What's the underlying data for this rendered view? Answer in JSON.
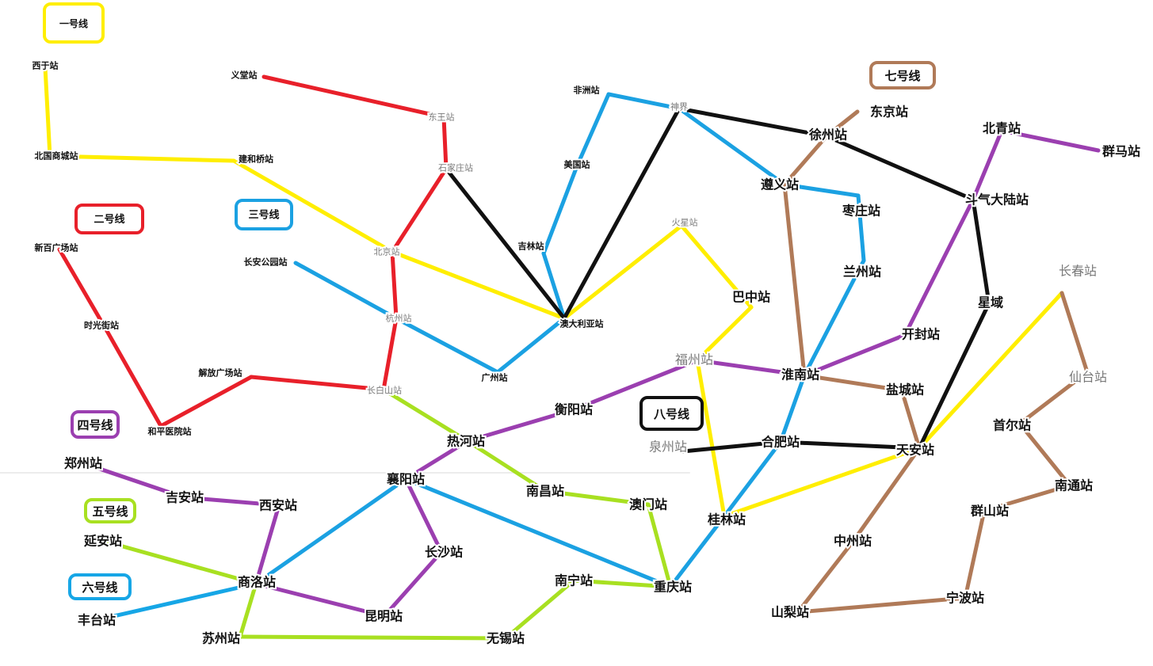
{
  "line_colors": {
    "L1": "#ffee00",
    "L2": "#e8202a",
    "L3": "#1ba1e2",
    "L4": "#9b3fb0",
    "L5": "#a8e021",
    "L6": "#16a6e6",
    "L7": "#b07a58",
    "L8": "#111111"
  },
  "line_tags": [
    {
      "id": "tag-line-1",
      "text": "一号线",
      "line": "L1"
    },
    {
      "id": "tag-line-2",
      "text": "二号线",
      "line": "L2"
    },
    {
      "id": "tag-line-3",
      "text": "三号线",
      "line": "L3"
    },
    {
      "id": "tag-line-4",
      "text": "四号线",
      "line": "L4"
    },
    {
      "id": "tag-line-5",
      "text": "五号线",
      "line": "L5"
    },
    {
      "id": "tag-line-6",
      "text": "六号线",
      "line": "L6"
    },
    {
      "id": "tag-line-7",
      "text": "七号线",
      "line": "L7"
    },
    {
      "id": "tag-line-8",
      "text": "八号线",
      "line": "L8"
    }
  ],
  "stations": [
    {
      "id": "xiyu",
      "name": "西于站"
    },
    {
      "id": "beiguo",
      "name": "北国商城站"
    },
    {
      "id": "jianhe",
      "name": "建和桥站"
    },
    {
      "id": "yitang",
      "name": "义堂站"
    },
    {
      "id": "dongwang",
      "name": "东王站"
    },
    {
      "id": "shijiazhuang",
      "name": "石家庄站"
    },
    {
      "id": "beijing",
      "name": "北京站"
    },
    {
      "id": "hangzhou",
      "name": "杭州站"
    },
    {
      "id": "changbaishan",
      "name": "长白山站"
    },
    {
      "id": "jiefang",
      "name": "解放广场站"
    },
    {
      "id": "xinbai",
      "name": "新百广场站"
    },
    {
      "id": "shiguang",
      "name": "时光街站"
    },
    {
      "id": "heping",
      "name": "和平医院站"
    },
    {
      "id": "changangy",
      "name": "长安公园站"
    },
    {
      "id": "guangzhou",
      "name": "广州站"
    },
    {
      "id": "aodaliya",
      "name": "澳大利亚站"
    },
    {
      "id": "feizhou",
      "name": "非洲站"
    },
    {
      "id": "shenjie",
      "name": "神界"
    },
    {
      "id": "meiguo",
      "name": "美国站"
    },
    {
      "id": "jilin",
      "name": "吉林站"
    },
    {
      "id": "huoxing",
      "name": "火星站"
    },
    {
      "id": "bazhong",
      "name": "巴中站"
    },
    {
      "id": "fuzhou",
      "name": "福州站"
    },
    {
      "id": "guilin",
      "name": "桂林站"
    },
    {
      "id": "tianan",
      "name": "天安站"
    },
    {
      "id": "changchun",
      "name": "长春站"
    },
    {
      "id": "dongjing",
      "name": "东京站"
    },
    {
      "id": "xuzhou",
      "name": "徐州站"
    },
    {
      "id": "zunyi",
      "name": "遵义站"
    },
    {
      "id": "zaozhuang",
      "name": "枣庄站"
    },
    {
      "id": "lanzhou",
      "name": "兰州站"
    },
    {
      "id": "huainan",
      "name": "淮南站"
    },
    {
      "id": "hefei",
      "name": "合肥站"
    },
    {
      "id": "quanzhou",
      "name": "泉州站"
    },
    {
      "id": "yancheng",
      "name": "盐城站"
    },
    {
      "id": "kaifeng",
      "name": "开封站"
    },
    {
      "id": "douqi",
      "name": "斗气大陆站"
    },
    {
      "id": "beiqing",
      "name": "北青站"
    },
    {
      "id": "qunma",
      "name": "群马站"
    },
    {
      "id": "xingyu",
      "name": "星域"
    },
    {
      "id": "xiantai",
      "name": "仙台站"
    },
    {
      "id": "shouer",
      "name": "首尔站"
    },
    {
      "id": "nantong",
      "name": "南通站"
    },
    {
      "id": "qunshan",
      "name": "群山站"
    },
    {
      "id": "ningbo",
      "name": "宁波站"
    },
    {
      "id": "shanli",
      "name": "山梨站"
    },
    {
      "id": "zhongzhou",
      "name": "中州站"
    },
    {
      "id": "zhengzhou",
      "name": "郑州站"
    },
    {
      "id": "jian",
      "name": "吉安站"
    },
    {
      "id": "xian",
      "name": "西安站"
    },
    {
      "id": "shangluo",
      "name": "商洛站"
    },
    {
      "id": "kunming",
      "name": "昆明站"
    },
    {
      "id": "changsha",
      "name": "长沙站"
    },
    {
      "id": "xiangyang",
      "name": "襄阳站"
    },
    {
      "id": "rehe",
      "name": "热河站"
    },
    {
      "id": "hengyang",
      "name": "衡阳站"
    },
    {
      "id": "yanan",
      "name": "延安站"
    },
    {
      "id": "suzhou",
      "name": "苏州站"
    },
    {
      "id": "wuxi",
      "name": "无锡站"
    },
    {
      "id": "nanning",
      "name": "南宁站"
    },
    {
      "id": "chongqing",
      "name": "重庆站"
    },
    {
      "id": "aomen",
      "name": "澳门站"
    },
    {
      "id": "nanchang",
      "name": "南昌站"
    },
    {
      "id": "fengtai",
      "name": "丰台站"
    }
  ],
  "connections": [
    {
      "line": "L1",
      "from": "xiyu",
      "to": "beiguo"
    },
    {
      "line": "L1",
      "from": "beiguo",
      "to": "jianhe"
    },
    {
      "line": "L1",
      "from": "jianhe",
      "to": "beijing"
    },
    {
      "line": "L1",
      "from": "beijing",
      "to": "aodaliya"
    },
    {
      "line": "L1",
      "from": "aodaliya",
      "to": "huoxing"
    },
    {
      "line": "L1",
      "from": "huoxing",
      "to": "bazhong"
    },
    {
      "line": "L1",
      "from": "bazhong",
      "to": "fuzhou"
    },
    {
      "line": "L1",
      "from": "fuzhou",
      "to": "guilin"
    },
    {
      "line": "L1",
      "from": "guilin",
      "to": "tianan"
    },
    {
      "line": "L1",
      "from": "tianan",
      "to": "changchun"
    },
    {
      "line": "L2",
      "from": "yitang",
      "to": "dongwang"
    },
    {
      "line": "L2",
      "from": "dongwang",
      "to": "shijiazhuang"
    },
    {
      "line": "L2",
      "from": "shijiazhuang",
      "to": "beijing"
    },
    {
      "line": "L2",
      "from": "beijing",
      "to": "hangzhou"
    },
    {
      "line": "L2",
      "from": "hangzhou",
      "to": "changbaishan"
    },
    {
      "line": "L2",
      "from": "changbaishan",
      "to": "jiefang"
    },
    {
      "line": "L2",
      "from": "jiefang",
      "to": "heping"
    },
    {
      "line": "L2",
      "from": "heping",
      "to": "shiguang"
    },
    {
      "line": "L2",
      "from": "shiguang",
      "to": "xinbai"
    },
    {
      "line": "L3",
      "from": "changangy",
      "to": "hangzhou"
    },
    {
      "line": "L3",
      "from": "hangzhou",
      "to": "guangzhou"
    },
    {
      "line": "L3",
      "from": "guangzhou",
      "to": "aodaliya"
    },
    {
      "line": "L3",
      "from": "aodaliya",
      "to": "jilin"
    },
    {
      "line": "L3",
      "from": "jilin",
      "to": "meiguo"
    },
    {
      "line": "L3",
      "from": "meiguo",
      "to": "feizhou"
    },
    {
      "line": "L3",
      "from": "feizhou",
      "to": "shenjie"
    },
    {
      "line": "L3",
      "from": "shenjie",
      "to": "zunyi"
    },
    {
      "line": "L3",
      "from": "zunyi",
      "to": "zaozhuang"
    },
    {
      "line": "L3",
      "from": "zaozhuang",
      "to": "lanzhou"
    },
    {
      "line": "L3",
      "from": "lanzhou",
      "to": "huainan"
    },
    {
      "line": "L3",
      "from": "huainan",
      "to": "hefei"
    },
    {
      "line": "L3",
      "from": "hefei",
      "to": "guilin"
    },
    {
      "line": "L3",
      "from": "guilin",
      "to": "chongqing"
    },
    {
      "line": "L3",
      "from": "chongqing",
      "to": "xiangyang"
    },
    {
      "line": "L3",
      "from": "xiangyang",
      "to": "shangluo"
    },
    {
      "line": "L4",
      "from": "zhengzhou",
      "to": "jian"
    },
    {
      "line": "L4",
      "from": "jian",
      "to": "xian"
    },
    {
      "line": "L4",
      "from": "xian",
      "to": "shangluo"
    },
    {
      "line": "L4",
      "from": "shangluo",
      "to": "kunming"
    },
    {
      "line": "L4",
      "from": "kunming",
      "to": "changsha"
    },
    {
      "line": "L4",
      "from": "changsha",
      "to": "xiangyang"
    },
    {
      "line": "L4",
      "from": "xiangyang",
      "to": "rehe"
    },
    {
      "line": "L4",
      "from": "rehe",
      "to": "hengyang"
    },
    {
      "line": "L4",
      "from": "hengyang",
      "to": "fuzhou"
    },
    {
      "line": "L4",
      "from": "fuzhou",
      "to": "huainan"
    },
    {
      "line": "L4",
      "from": "huainan",
      "to": "kaifeng"
    },
    {
      "line": "L4",
      "from": "kaifeng",
      "to": "douqi"
    },
    {
      "line": "L4",
      "from": "douqi",
      "to": "beiqing"
    },
    {
      "line": "L4",
      "from": "beiqing",
      "to": "qunma"
    },
    {
      "line": "L5",
      "from": "changbaishan",
      "to": "rehe"
    },
    {
      "line": "L5",
      "from": "rehe",
      "to": "nanchang"
    },
    {
      "line": "L5",
      "from": "nanchang",
      "to": "aomen"
    },
    {
      "line": "L5",
      "from": "aomen",
      "to": "chongqing"
    },
    {
      "line": "L5",
      "from": "chongqing",
      "to": "nanning"
    },
    {
      "line": "L5",
      "from": "nanning",
      "to": "wuxi"
    },
    {
      "line": "L5",
      "from": "wuxi",
      "to": "suzhou"
    },
    {
      "line": "L5",
      "from": "suzhou",
      "to": "shangluo"
    },
    {
      "line": "L5",
      "from": "shangluo",
      "to": "yanan"
    },
    {
      "line": "L6",
      "from": "fengtai",
      "to": "shangluo"
    },
    {
      "line": "L7",
      "from": "dongjing",
      "to": "xuzhou"
    },
    {
      "line": "L7",
      "from": "xuzhou",
      "to": "zunyi"
    },
    {
      "line": "L7",
      "from": "zunyi",
      "to": "huainan"
    },
    {
      "line": "L7",
      "from": "huainan",
      "to": "yancheng"
    },
    {
      "line": "L7",
      "from": "yancheng",
      "to": "tianan"
    },
    {
      "line": "L7",
      "from": "tianan",
      "to": "zhongzhou"
    },
    {
      "line": "L7",
      "from": "zhongzhou",
      "to": "shanli"
    },
    {
      "line": "L7",
      "from": "shanli",
      "to": "ningbo"
    },
    {
      "line": "L7",
      "from": "ningbo",
      "to": "qunshan"
    },
    {
      "line": "L7",
      "from": "qunshan",
      "to": "nantong"
    },
    {
      "line": "L7",
      "from": "nantong",
      "to": "shouer"
    },
    {
      "line": "L7",
      "from": "shouer",
      "to": "xiantai"
    },
    {
      "line": "L7",
      "from": "xiantai",
      "to": "changchun"
    },
    {
      "line": "L8",
      "from": "shijiazhuang",
      "to": "aodaliya"
    },
    {
      "line": "L8",
      "from": "aodaliya",
      "to": "shenjie"
    },
    {
      "line": "L8",
      "from": "shenjie",
      "to": "xuzhou"
    },
    {
      "line": "L8",
      "from": "xuzhou",
      "to": "douqi"
    },
    {
      "line": "L8",
      "from": "douqi",
      "to": "xingyu"
    },
    {
      "line": "L8",
      "from": "xingyu",
      "to": "tianan"
    },
    {
      "line": "L8",
      "from": "tianan",
      "to": "hefei"
    },
    {
      "line": "L8",
      "from": "hefei",
      "to": "quanzhou"
    }
  ]
}
